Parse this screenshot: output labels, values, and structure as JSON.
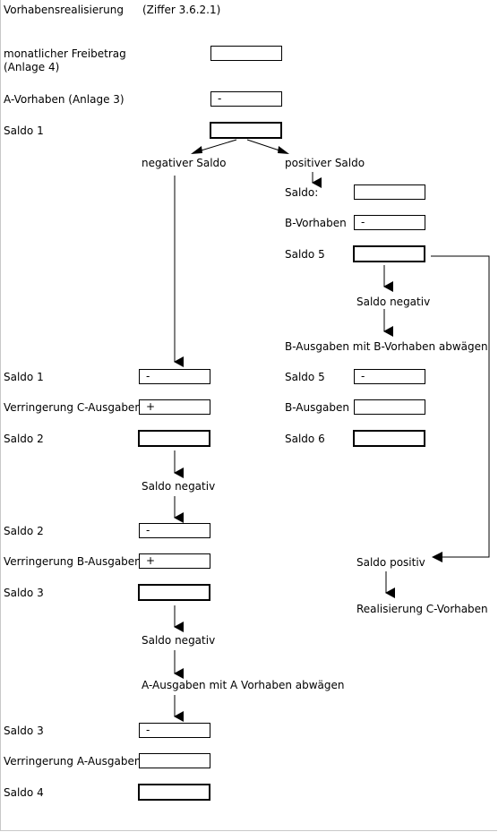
{
  "header": {
    "title": "Vorhabensrealisierung",
    "reference": "(Ziffer 3.6.2.1)"
  },
  "top": {
    "freibetrag_label_1": "monatlicher Freibetrag",
    "freibetrag_label_2": "(Anlage 4)",
    "a_vorhaben_label": "A-Vorhaben (Anlage 3)",
    "a_vorhaben_sign": "-",
    "saldo1_label": "Saldo 1",
    "branch_negative": "negativer Saldo",
    "branch_positive": "positiver Saldo"
  },
  "right": {
    "saldo_label": "Saldo:",
    "b_vorhaben_label": "B-Vorhaben",
    "b_vorhaben_sign": "-",
    "saldo5_label": "Saldo 5",
    "saldo_negativ": "Saldo negativ",
    "abwaegen_b": "B-Ausgaben mit B-Vorhaben abwägen",
    "saldo5b_label": "Saldo 5",
    "saldo5b_sign": "-",
    "b_ausgaben_label": "B-Ausgaben",
    "saldo6_label": "Saldo 6",
    "saldo_positiv": "Saldo positiv",
    "realisierung_c": "Realisierung C-Vorhaben"
  },
  "left": {
    "saldo1b_label": "Saldo 1",
    "saldo1b_sign": "-",
    "verr_c_label": "Verringerung C-Ausgaben",
    "verr_c_sign": "+",
    "saldo2_label": "Saldo 2",
    "saldo_negativ_1": "Saldo negativ",
    "saldo2b_label": "Saldo 2",
    "saldo2b_sign": "-",
    "verr_b_label": "Verringerung B-Ausgaben",
    "verr_b_sign": "+",
    "saldo3_label": "Saldo 3",
    "saldo_negativ_2": "Saldo negativ",
    "abwaegen_a": "A-Ausgaben mit A Vorhaben abwägen",
    "saldo3b_label": "Saldo 3",
    "saldo3b_sign": "-",
    "verr_a_label": "Verringerung A-Ausgaben",
    "saldo4_label": "Saldo 4"
  }
}
